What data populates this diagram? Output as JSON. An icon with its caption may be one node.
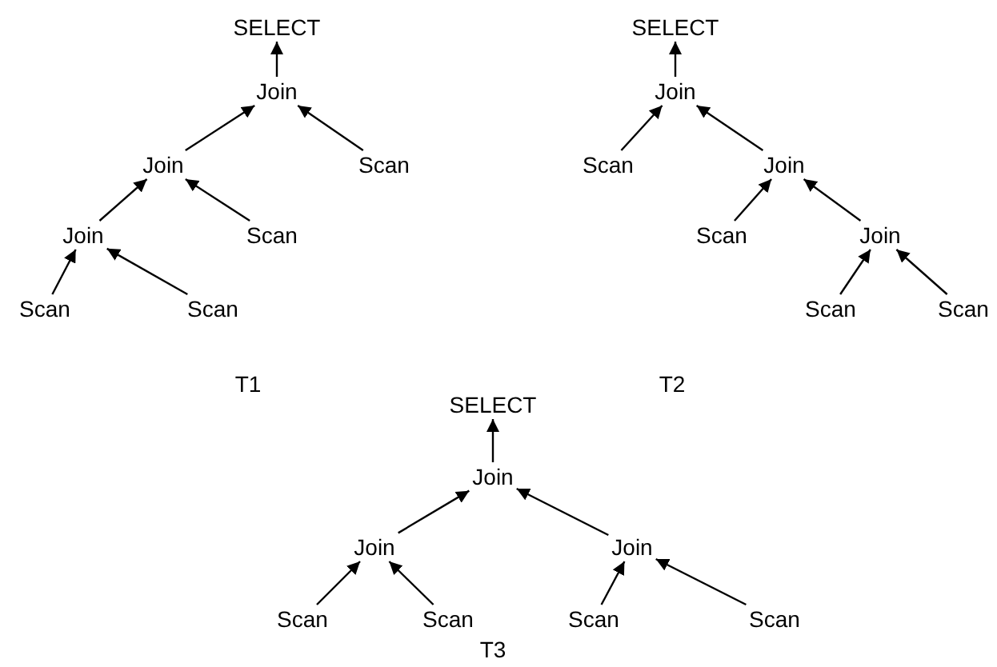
{
  "diagram": {
    "nodes": [
      {
        "text": [
          "SELECT"
        ]
      },
      {
        "text": [
          "Join"
        ]
      },
      {
        "text": [
          "Join"
        ]
      },
      {
        "text": [
          "Scan"
        ]
      },
      {
        "text": [
          "Join"
        ]
      },
      {
        "text": [
          "Scan"
        ]
      },
      {
        "text": [
          "Scan"
        ]
      },
      {
        "text": [
          "Scan"
        ]
      },
      {
        "text": [
          "SELECT"
        ]
      },
      {
        "text": [
          "Join"
        ]
      },
      {
        "text": [
          "Scan"
        ]
      },
      {
        "text": [
          "Join"
        ]
      },
      {
        "text": [
          "Scan"
        ]
      },
      {
        "text": [
          "Join"
        ]
      },
      {
        "text": [
          "Scan"
        ]
      },
      {
        "text": [
          "Scan"
        ]
      },
      {
        "text": [
          "SELECT"
        ]
      },
      {
        "text": [
          "Join"
        ]
      },
      {
        "text": [
          "Join"
        ]
      },
      {
        "text": [
          "Join"
        ]
      },
      {
        "text": [
          "Scan"
        ]
      },
      {
        "text": [
          "Scan"
        ]
      },
      {
        "text": [
          "Scan"
        ]
      },
      {
        "text": [
          "Scan"
        ]
      }
    ],
    "edges": [
      {
        "from": 1,
        "to": 0,
        "arrow": "to"
      },
      {
        "from": 2,
        "to": 1,
        "arrow": "to"
      },
      {
        "from": 3,
        "to": 1,
        "arrow": "to"
      },
      {
        "from": 4,
        "to": 2,
        "arrow": "to"
      },
      {
        "from": 5,
        "to": 2,
        "arrow": "to"
      },
      {
        "from": 6,
        "to": 4,
        "arrow": "to"
      },
      {
        "from": 7,
        "to": 4,
        "arrow": "to"
      },
      {
        "from": 9,
        "to": 8,
        "arrow": "to"
      },
      {
        "from": 10,
        "to": 9,
        "arrow": "to"
      },
      {
        "from": 11,
        "to": 9,
        "arrow": "to"
      },
      {
        "from": 12,
        "to": 11,
        "arrow": "to"
      },
      {
        "from": 13,
        "to": 11,
        "arrow": "to"
      },
      {
        "from": 14,
        "to": 13,
        "arrow": "to"
      },
      {
        "from": 15,
        "to": 13,
        "arrow": "to"
      },
      {
        "from": 17,
        "to": 16,
        "arrow": "to"
      },
      {
        "from": 18,
        "to": 17,
        "arrow": "to"
      },
      {
        "from": 19,
        "to": 17,
        "arrow": "to"
      },
      {
        "from": 20,
        "to": 18,
        "arrow": "to"
      },
      {
        "from": 21,
        "to": 18,
        "arrow": "to"
      },
      {
        "from": 22,
        "to": 19,
        "arrow": "to"
      },
      {
        "from": 23,
        "to": 19,
        "arrow": "to"
      }
    ],
    "labels": [
      "T1",
      "T2",
      "T3"
    ]
  }
}
